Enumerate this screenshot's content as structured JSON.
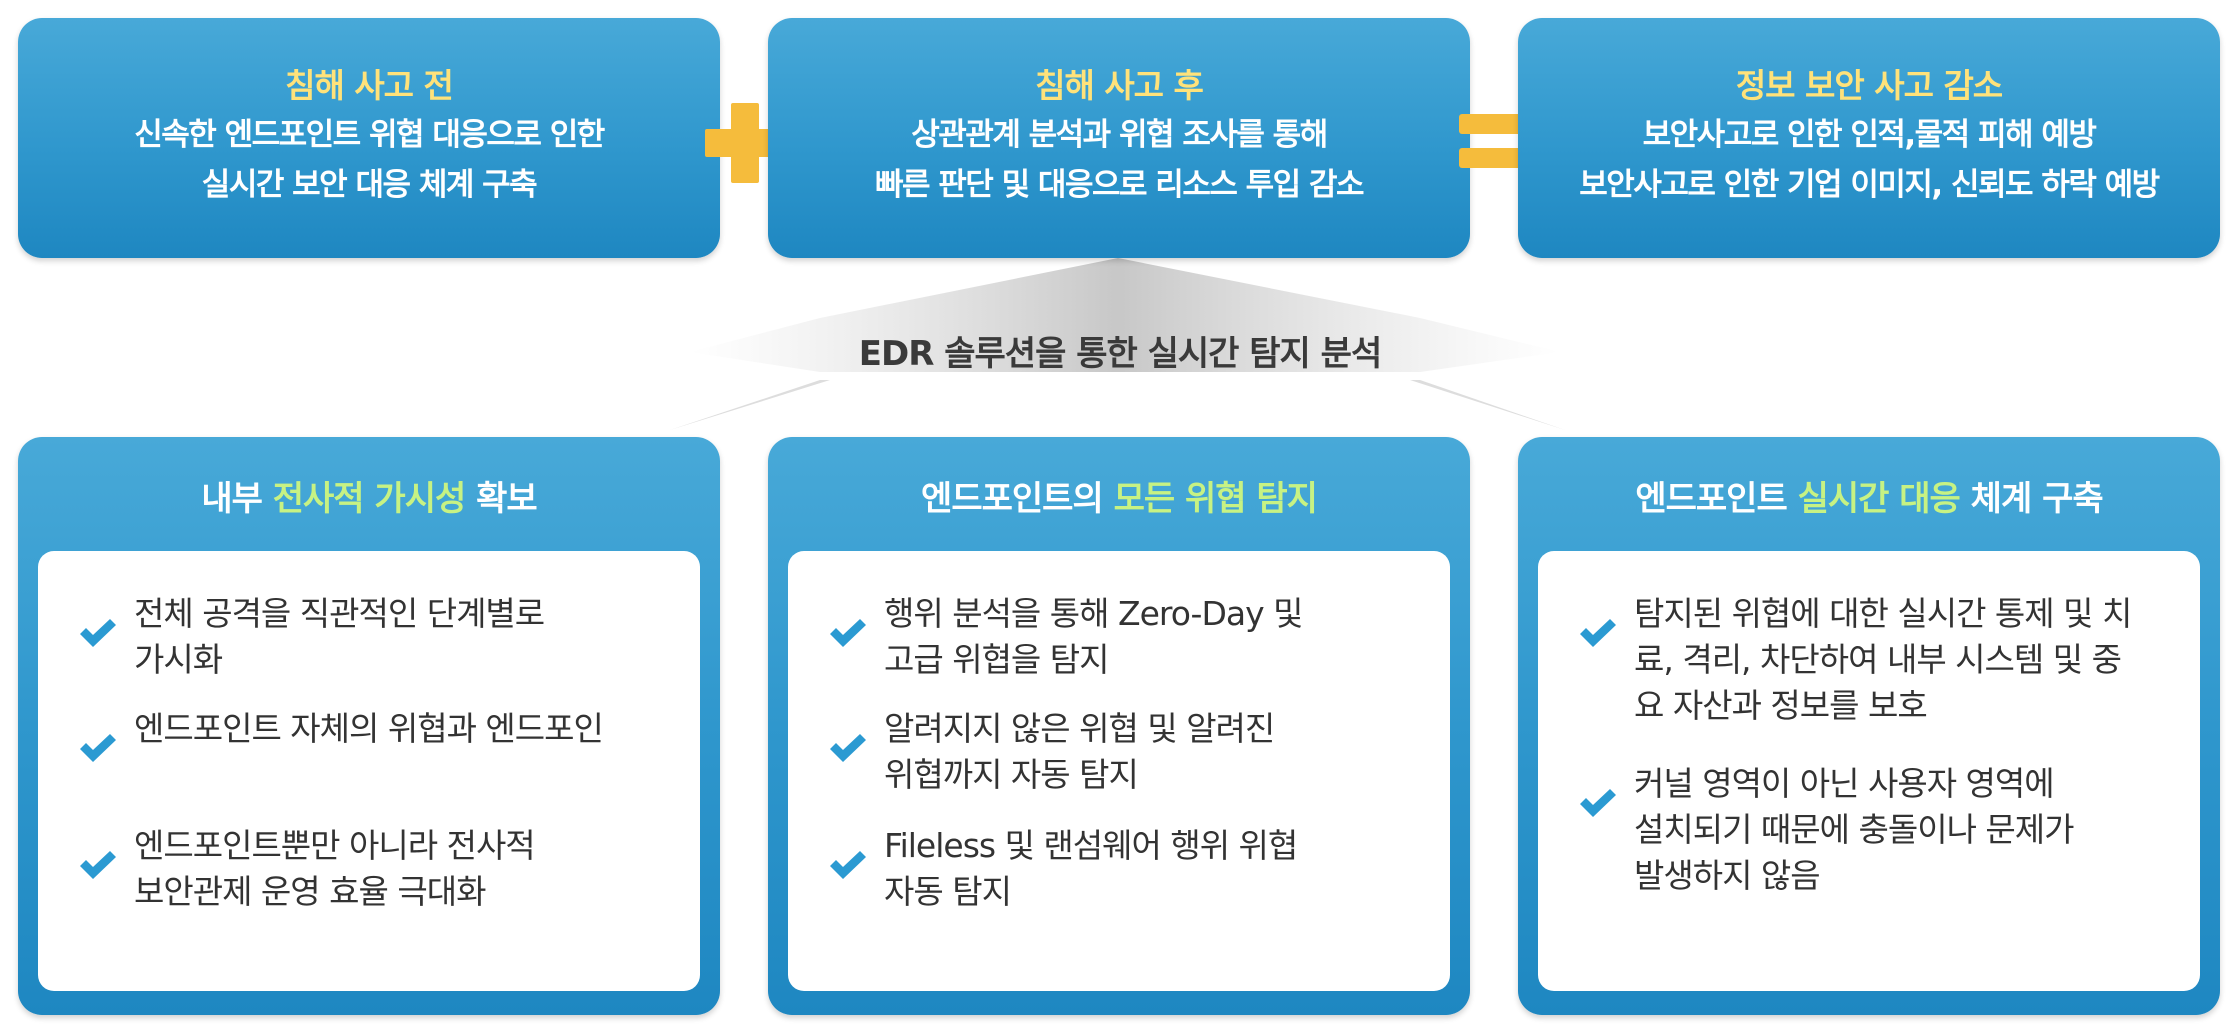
{
  "top_boxes": [
    {
      "title": "침해 사고 전",
      "lines": [
        "신속한 엔드포인트 위협 대응으로 인한",
        "실시간 보안 대응 체계 구축"
      ]
    },
    {
      "title": "침해 사고 후",
      "lines": [
        "상관관계 분석과 위협 조사를 통해",
        "빠른 판단 및 대응으로 리소스 투입 감소"
      ]
    },
    {
      "title": "정보 보안 사고 감소",
      "lines": [
        "보안사고로 인한 인적,물적 피해 예방",
        "보안사고로 인한 기업 이미지, 신뢰도 하락 예방"
      ]
    }
  ],
  "middle_label": "EDR 솔루션을 통한 실시간 탐지 분석",
  "panels": [
    {
      "title_pre": "내부 ",
      "title_hl": "전사적 가시성",
      "title_post": " 확보",
      "items": [
        [
          "전체 공격을 직관적인 단계별로",
          "가시화"
        ],
        [
          "엔드포인트 자체의 위협과  엔드포인"
        ],
        [
          "엔드포인트뿐만 아니라 전사적",
          "보안관제 운영 효율 극대화"
        ]
      ]
    },
    {
      "title_pre": "엔드포인트의 ",
      "title_hl": "모든 위협 탐지",
      "title_post": "",
      "items": [
        [
          "행위 분석을 통해 Zero-Day 및",
          "고급 위협을 탐지"
        ],
        [
          "알려지지 않은 위협 및 알려진",
          "위협까지 자동 탐지"
        ],
        [
          "Fileless 및 랜섬웨어 행위 위협",
          "자동 탐지"
        ]
      ]
    },
    {
      "title_pre": "엔드포인트 ",
      "title_hl": "실시간 대응",
      "title_post": " 체계 구축",
      "items": [
        [
          "탐지된 위협에 대한 실시간 통제 및 치",
          "료, 격리, 차단하여 내부 시스템 및 중",
          "요 자산과 정보를 보호"
        ],
        [
          "커널 영역이 아닌 사용자 영역에",
          "설치되기 때문에 충돌이나 문제가",
          "발생하지 않음"
        ]
      ]
    }
  ],
  "colors": {
    "box_blue": "#2f97cd",
    "title_yellow": "#ffe27a",
    "highlight_green": "#c7f283",
    "connector_orange": "#f5bc3c",
    "check_blue": "#2b9ad2"
  },
  "icons": [
    "plus-icon",
    "equals-icon",
    "check-icon"
  ]
}
